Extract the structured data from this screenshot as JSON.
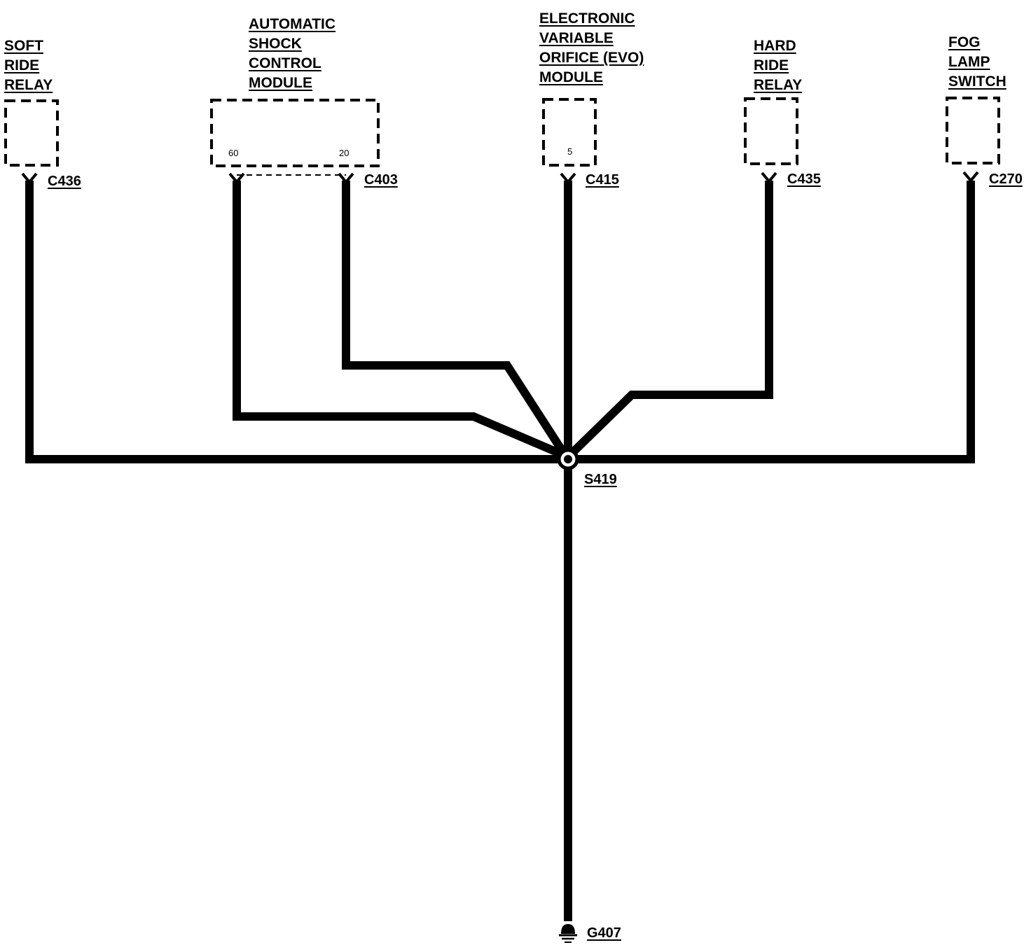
{
  "components": {
    "soft_ride_relay": {
      "lines": [
        "SOFT",
        "RIDE",
        "RELAY"
      ]
    },
    "shock_module": {
      "lines": [
        "AUTOMATIC",
        "SHOCK",
        "CONTROL",
        "MODULE"
      ],
      "pin_a": "60",
      "pin_b": "20"
    },
    "evo_module": {
      "lines": [
        "ELECTRONIC",
        "VARIABLE",
        "ORIFICE (EVO)",
        "MODULE"
      ],
      "pin": "5"
    },
    "hard_ride_relay": {
      "lines": [
        "HARD",
        "RIDE",
        "RELAY"
      ]
    },
    "fog_lamp_switch": {
      "lines": [
        "FOG",
        "LAMP",
        "SWITCH"
      ]
    }
  },
  "connectors": {
    "c436": "C436",
    "c403": "C403",
    "c415": "C415",
    "c435": "C435",
    "c270": "C270"
  },
  "splice": "S419",
  "ground": "G407"
}
